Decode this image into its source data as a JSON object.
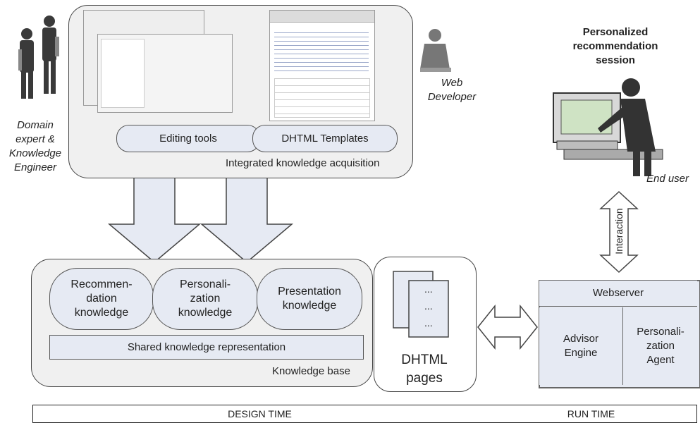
{
  "acquisition": {
    "caption": "Integrated knowledge acquisition",
    "tools": [
      "Editing tools",
      "DHTML Templates"
    ]
  },
  "actors": {
    "domain_expert": "Domain\nexpert &\nKnowledge\nEngineer",
    "web_developer": "Web\nDeveloper",
    "end_user": "End user"
  },
  "session_title": "Personalized\nrecommendation\nsession",
  "knowledge_base": {
    "caption": "Knowledge base",
    "items": [
      "Recommen-\ndation\nknowledge",
      "Personali-\nzation\nknowledge",
      "Presentation\nknowledge"
    ],
    "shared": "Shared knowledge representation"
  },
  "dhtml": {
    "label": "DHTML\npages",
    "dots": "..."
  },
  "interaction": "Interaction",
  "webserver": {
    "title": "Webserver",
    "advisor": "Advisor\nEngine",
    "agent": "Personali-\nzation\nAgent"
  },
  "timeline": {
    "design": "DESIGN TIME",
    "run": "RUN TIME"
  },
  "colors": {
    "fill": "#e6eaf3",
    "panel": "#f0f0f0",
    "stroke": "#444444"
  }
}
